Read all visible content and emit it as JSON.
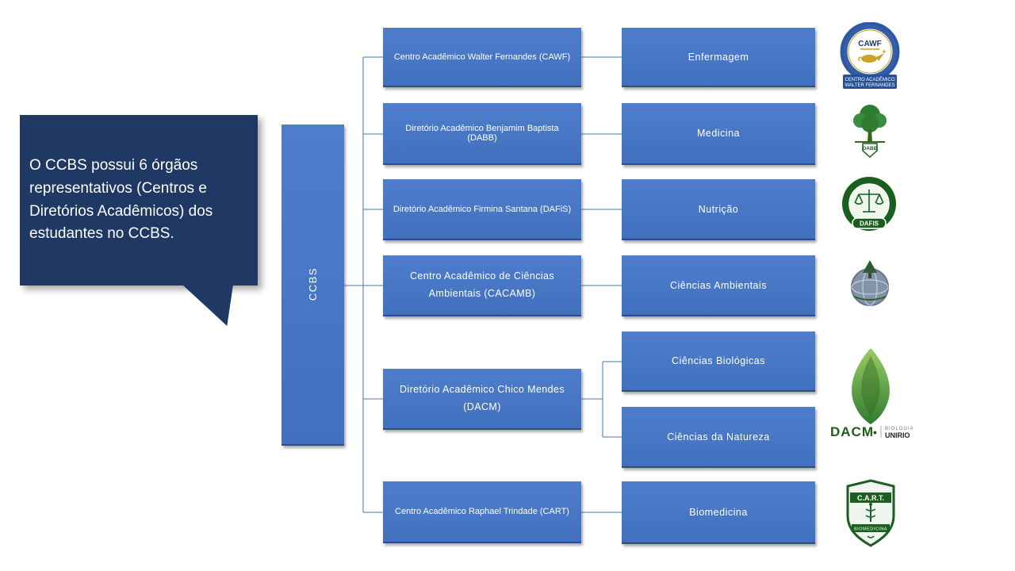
{
  "callout": {
    "text": "O CCBS possui 6 órgãos representativos (Centros e Diretórios Acadêmicos) dos estudantes no CCBS."
  },
  "root": {
    "label": "CCBS"
  },
  "orgs": [
    {
      "label": "Centro Acadêmico Walter Fernandes (CAWF)"
    },
    {
      "label": "Diretório Acadêmico Benjamim Baptista (DABB)"
    },
    {
      "label": "Diretório Acadêmico Firmina Santana (DAFiS)"
    },
    {
      "label": "Centro Acadêmico de Ciências Ambientais (CACAMB)"
    },
    {
      "label": "Diretório Acadêmico Chico Mendes (DACM)"
    },
    {
      "label": "Centro Acadêmico Raphael Trindade (CART)"
    }
  ],
  "courses": [
    {
      "label": "Enfermagem"
    },
    {
      "label": "Medicina"
    },
    {
      "label": "Nutrição"
    },
    {
      "label": "Ciências Ambientais"
    },
    {
      "label": "Ciências Biológicas"
    },
    {
      "label": "Ciências da Natureza"
    },
    {
      "label": "Biomedicina"
    }
  ],
  "logos": {
    "cawf": {
      "acronym": "CAWF",
      "banner_line1": "CENTRO ACADÊMICO",
      "banner_line2": "WALTER FERNANDES"
    },
    "dabb": {
      "acronym": "DABB"
    },
    "dafis": {
      "acronym": "DAFIS"
    },
    "dacm": {
      "acronym": "DACM",
      "bullet": "•",
      "text_top": "BIOLOGIA",
      "text_bottom": "UNIRIO"
    },
    "cart": {
      "acronym": "C.A.R.T.",
      "banner": "BIOMEDICINA"
    }
  },
  "colors": {
    "box_blue": "#4472c4",
    "box_blue_dark": "#2a4d8f",
    "callout_navy": "#1f3864",
    "connector": "#4472c4",
    "logo_green": "#1b5e20",
    "logo_gold": "#c9a227"
  }
}
